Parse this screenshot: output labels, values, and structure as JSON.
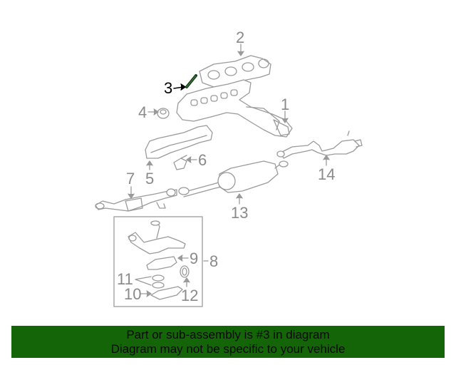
{
  "diagram": {
    "highlighted_part": "3",
    "callouts": [
      {
        "id": "1",
        "label": "1"
      },
      {
        "id": "2",
        "label": "2"
      },
      {
        "id": "3",
        "label": "3"
      },
      {
        "id": "4",
        "label": "4"
      },
      {
        "id": "5",
        "label": "5"
      },
      {
        "id": "6",
        "label": "6"
      },
      {
        "id": "7",
        "label": "7"
      },
      {
        "id": "8",
        "label": "8"
      },
      {
        "id": "9",
        "label": "9"
      },
      {
        "id": "10",
        "label": "10"
      },
      {
        "id": "11",
        "label": "11"
      },
      {
        "id": "12",
        "label": "12"
      },
      {
        "id": "13",
        "label": "13"
      },
      {
        "id": "14",
        "label": "14"
      }
    ],
    "colors": {
      "line": "#9a9a9a",
      "highlight": "#000000",
      "highlight_part": "#2a5a2a"
    }
  },
  "banner": {
    "line1": "Part or sub-assembly is #3 in diagram",
    "line2": "Diagram may not be specific to your vehicle",
    "background": "#146508"
  }
}
